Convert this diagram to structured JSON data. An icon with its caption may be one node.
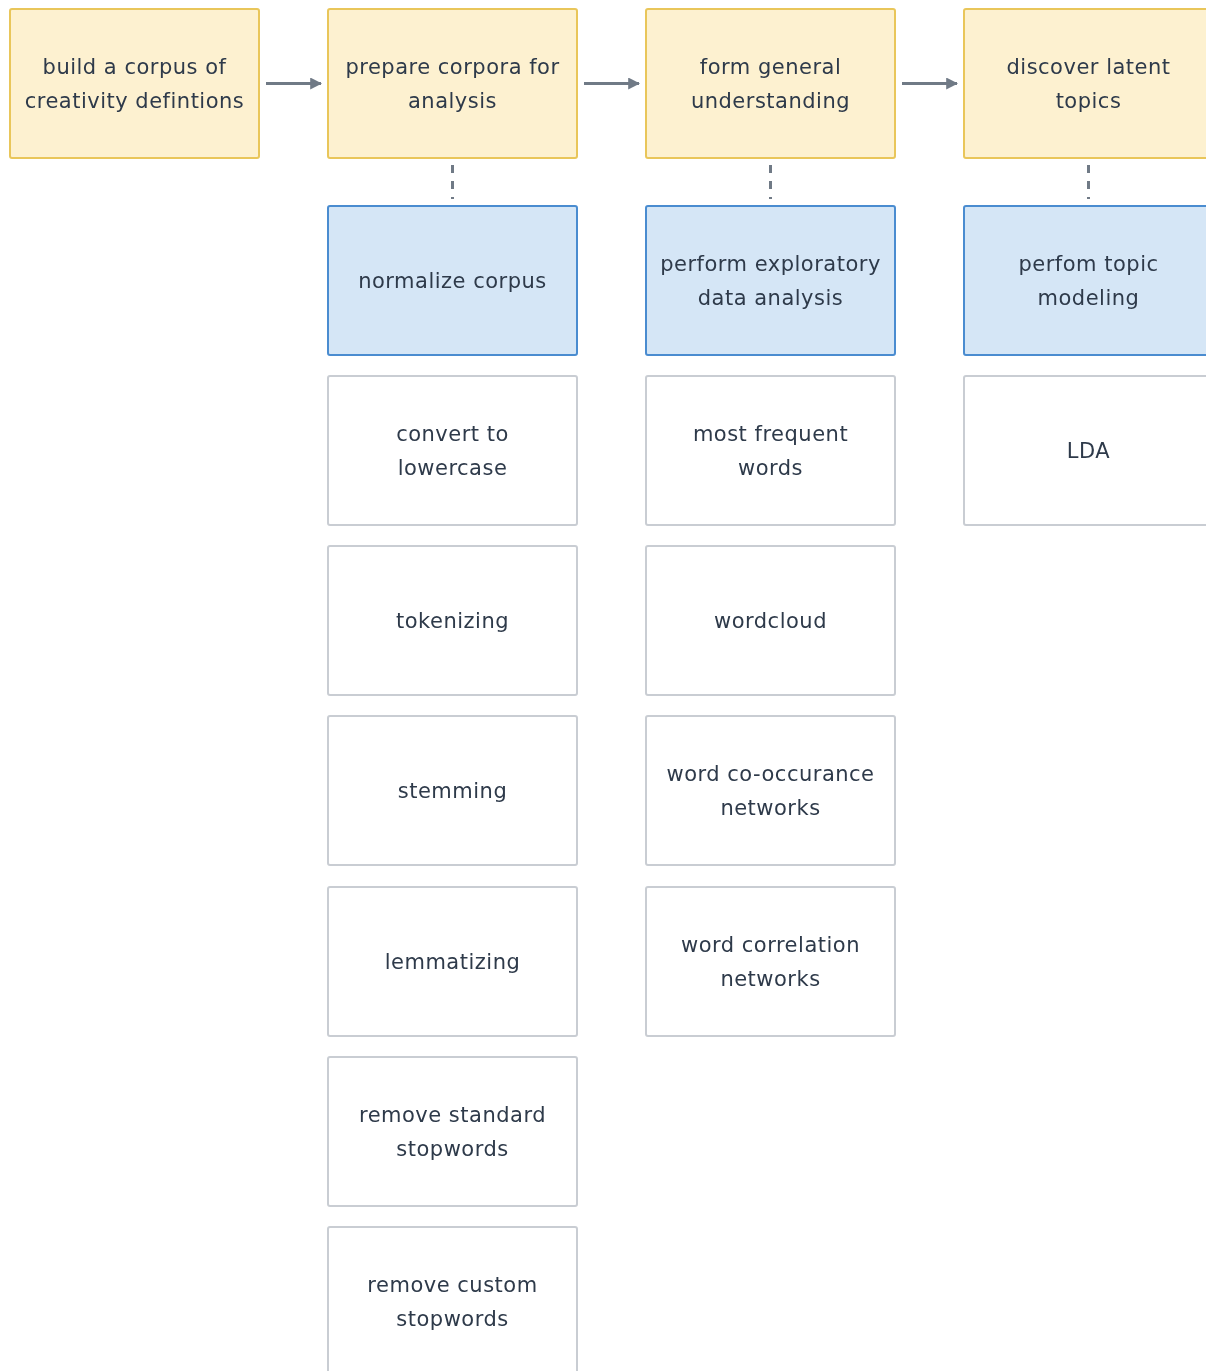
{
  "diagram": {
    "nodes": [
      {
        "text": [
          "build a corpus of creativity defintions"
        ]
      },
      {
        "text": [
          "prepare corpora for analysis"
        ]
      },
      {
        "text": [
          "form general understanding"
        ]
      },
      {
        "text": [
          "discover latent topics"
        ]
      },
      {
        "text": [
          "normalize corpus"
        ]
      },
      {
        "text": [
          "perform exploratory data analysis"
        ]
      },
      {
        "text": [
          "perfom topic modeling"
        ]
      },
      {
        "text": [
          "convert to lowercase"
        ]
      },
      {
        "text": [
          "tokenizing"
        ]
      },
      {
        "text": [
          "stemming"
        ]
      },
      {
        "text": [
          "lemmatizing"
        ]
      },
      {
        "text": [
          "remove standard stopwords"
        ]
      },
      {
        "text": [
          "remove custom stopwords"
        ]
      },
      {
        "text": [
          "most frequent words"
        ]
      },
      {
        "text": [
          "wordcloud"
        ]
      },
      {
        "text": [
          "word co-occurance networks"
        ]
      },
      {
        "text": [
          "word correlation networks"
        ]
      },
      {
        "text": [
          "LDA"
        ]
      }
    ],
    "edges": [
      {
        "from": 0,
        "to": 1,
        "arrow": "to"
      },
      {
        "from": 1,
        "to": 2,
        "arrow": "to"
      },
      {
        "from": 2,
        "to": 3,
        "arrow": "to"
      },
      {
        "from": 1,
        "to": 4,
        "arrow": "none",
        "style": "dashed"
      },
      {
        "from": 2,
        "to": 5,
        "arrow": "none",
        "style": "dashed"
      },
      {
        "from": 3,
        "to": 6,
        "arrow": "none",
        "style": "dashed"
      }
    ]
  }
}
